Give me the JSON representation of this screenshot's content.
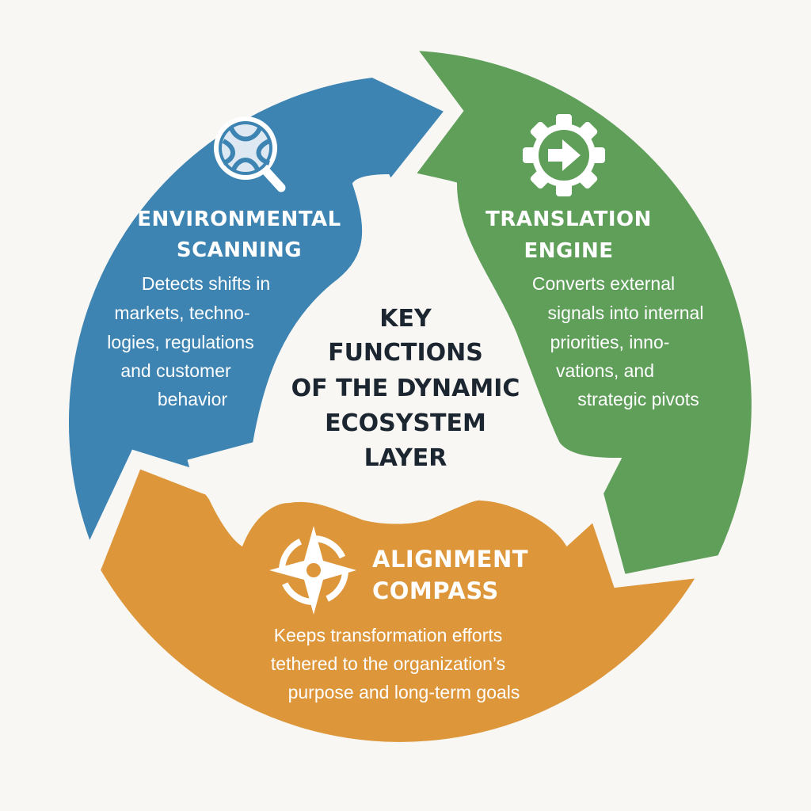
{
  "colors": {
    "scanning": "#3d84b3",
    "translation": "#5f9f5a",
    "alignment": "#dd963a",
    "center_text": "#1c2630",
    "background": "#f8f7f4"
  },
  "center": {
    "lines": [
      "KEY",
      "FUNCTIONS",
      "OF THE DYNAMIC",
      "ECOSYSTEM",
      "LAYER"
    ]
  },
  "segments": {
    "scanning": {
      "icon": "magnifier-globe-icon",
      "title": [
        "ENVIRONMENTAL",
        "SCANNING"
      ],
      "body": [
        "Detects shifts in",
        "markets, techno-",
        "logies, regulations",
        "and customer",
        "behavior"
      ]
    },
    "translation": {
      "icon": "gear-arrow-icon",
      "title": [
        "TRANSLATION",
        "ENGINE"
      ],
      "body": [
        "Converts external",
        "signals into  internal",
        "priorities, inno-",
        "vations, and",
        "strategic pivots"
      ]
    },
    "alignment": {
      "icon": "compass-icon",
      "title": [
        "ALIGNMENT",
        "COMPASS"
      ],
      "body": [
        "Keeps transformation efforts",
        "tethered to the organization’s",
        "purpose and long-term goals"
      ]
    }
  }
}
